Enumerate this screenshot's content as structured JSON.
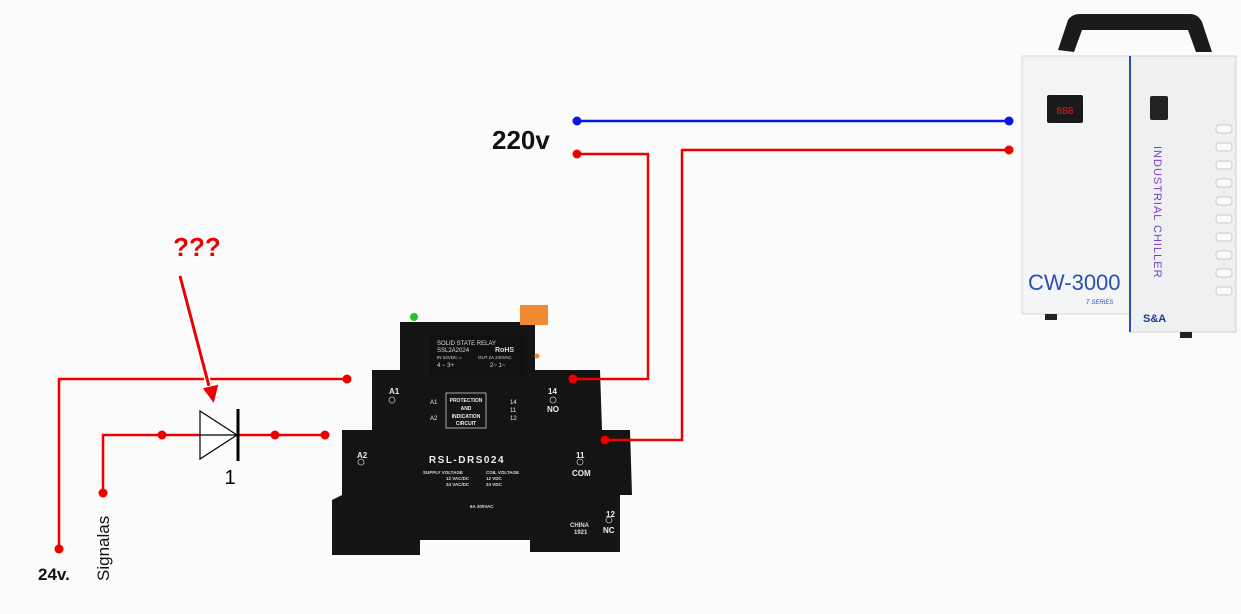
{
  "labels": {
    "voltage_220": "220v",
    "voltage_24": "24v.",
    "signal": "Signalas",
    "question": "???",
    "diode_number": "1"
  },
  "relay": {
    "top_title": "SOLID STATE RELAY",
    "top_model": "SSL2A2024",
    "top_rohs": "RoHS",
    "top_in": "IN 24VDC ═",
    "top_out": "OUT  2A 240VAC",
    "top_pins_left": "4 − 3+",
    "top_pins_right": "2~  1~",
    "a1": "A1",
    "a2": "A2",
    "circuit_a1": "A1",
    "circuit_a2": "A2",
    "circuit_text": [
      "PROTECTION",
      "AND",
      "INDICATION",
      "CIRCUIT"
    ],
    "circuit_14": "14",
    "circuit_11": "11",
    "circuit_12": "12",
    "pin14": "14",
    "no": "NO",
    "pin11": "11",
    "com": "COM",
    "pin12": "12",
    "nc": "NC",
    "model": "RSL-DRS024",
    "supply_title": "SUPPLY VOLTAGE",
    "supply_1": "12 VAC/DC",
    "supply_2": "24 VAC/DC",
    "coil_title": "COIL VOLTAGE",
    "coil_1": "12 VDC",
    "coil_2": "24 VDC",
    "rating": "6A 300VAC",
    "origin": "CHINA",
    "year": "1921"
  },
  "chiller": {
    "model": "CW-3000",
    "series": "T SERIES",
    "side_text": "INDUSTRIAL CHILLER",
    "brand": "S&A",
    "display": "888"
  },
  "colors": {
    "red": "#ee0000",
    "blue": "#0a18e0",
    "relay_body": "#141414"
  }
}
